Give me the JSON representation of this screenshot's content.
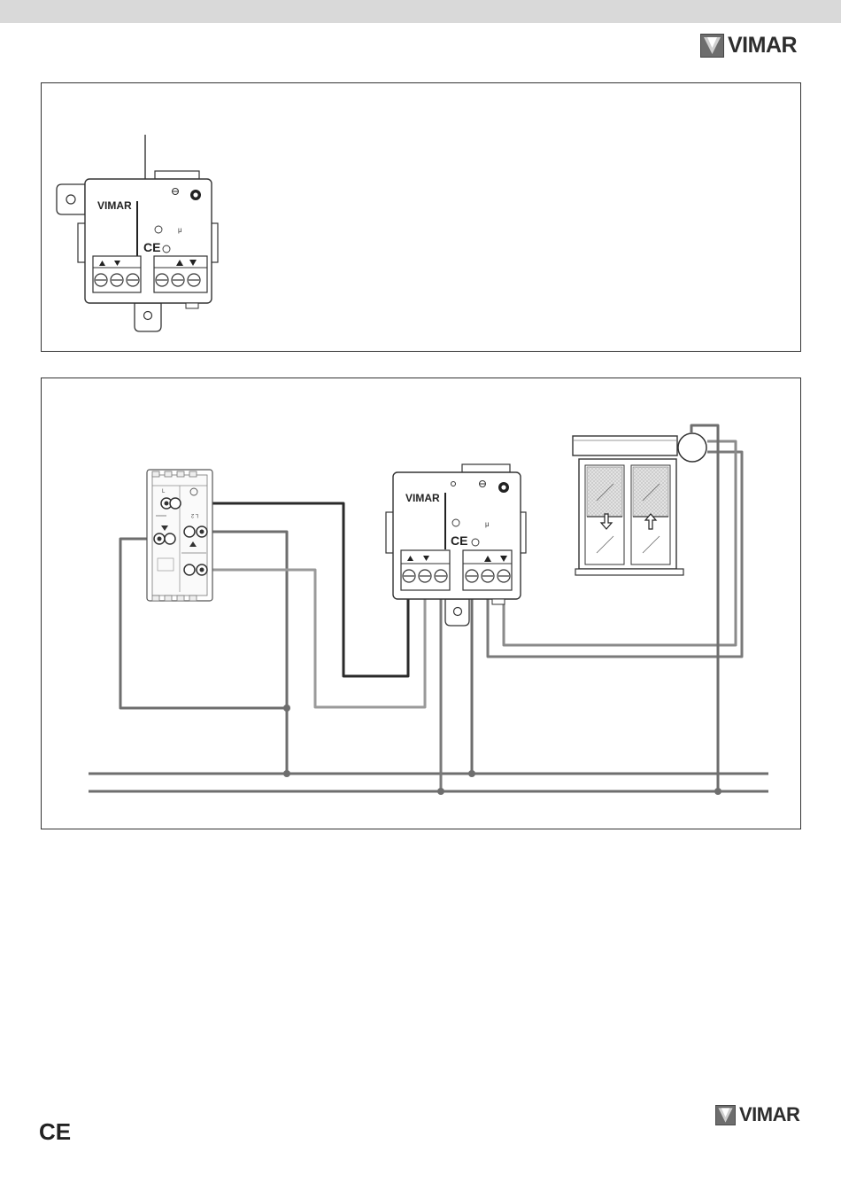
{
  "brand": {
    "name": "VIMAR"
  },
  "device": {
    "label": "VIMAR",
    "ce": "CE",
    "text_mu": "μ"
  },
  "switch": {
    "label_l": "L",
    "label_l2": "L 2"
  },
  "footer": {
    "ce": "CE",
    "brand": "VIMAR"
  },
  "colors": {
    "wire_dark": "#2a2a2a",
    "wire_mid": "#6e6e6e",
    "wire_light": "#9a9a9a",
    "band": "#d9d9d9"
  }
}
